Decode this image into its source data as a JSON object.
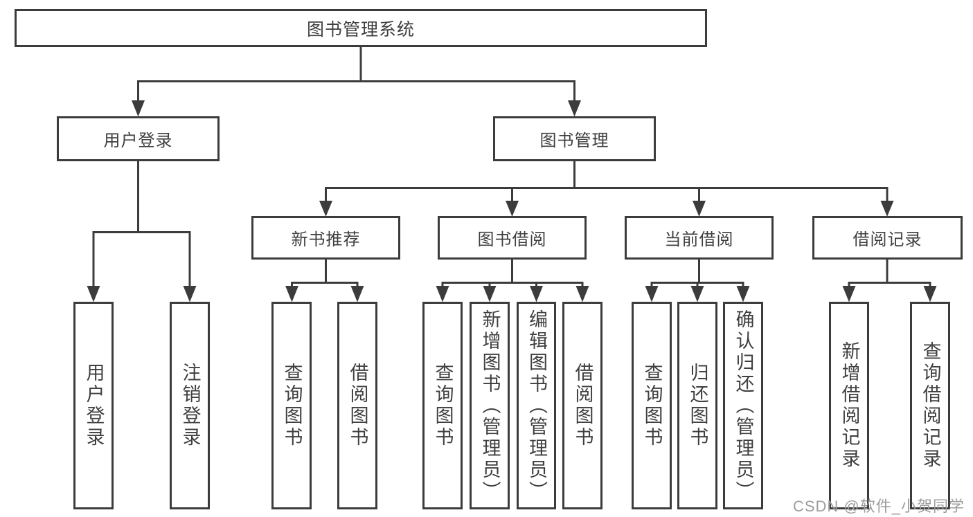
{
  "diagram_title": "图书管理系统",
  "watermark": "CSDN @软件_小贺同学",
  "colors": {
    "line": "#3c3c3c",
    "text": "#3f3f3f",
    "bg": "#ffffff",
    "watermark": "#9d9d9d"
  },
  "tree": {
    "label": "图书管理系统",
    "children": [
      {
        "label": "用户登录",
        "children": [
          {
            "label": "用户登录"
          },
          {
            "label": "注销登录"
          }
        ]
      },
      {
        "label": "图书管理",
        "children": [
          {
            "label": "新书推荐",
            "children": [
              {
                "label": "查询图书"
              },
              {
                "label": "借阅图书"
              }
            ]
          },
          {
            "label": "图书借阅",
            "children": [
              {
                "label": "查询图书"
              },
              {
                "label": "新增图书（管理员）"
              },
              {
                "label": "编辑图书（管理员）"
              },
              {
                "label": "借阅图书"
              }
            ]
          },
          {
            "label": "当前借阅",
            "children": [
              {
                "label": "查询图书"
              },
              {
                "label": "归还图书"
              },
              {
                "label": "确认归还（管理员）"
              }
            ]
          },
          {
            "label": "借阅记录",
            "children": [
              {
                "label": "新增借阅记录"
              },
              {
                "label": "查询借阅记录"
              }
            ]
          }
        ]
      }
    ]
  }
}
